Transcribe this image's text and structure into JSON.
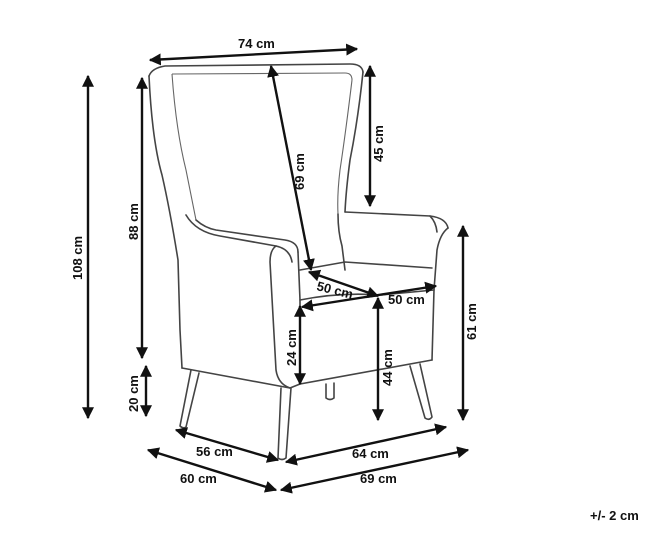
{
  "tolerance": "+/- 2 cm",
  "dimensions": {
    "overall_width": "74 cm",
    "overall_height": "108 cm",
    "back_height": "88 cm",
    "leg_height": "20 cm",
    "backrest_diagonal": "69 cm",
    "wing_height": "45 cm",
    "seat_depth": "50 cm",
    "seat_width": "50 cm",
    "seat_cushion_height": "24 cm",
    "seat_height": "44 cm",
    "arm_height": "61 cm",
    "leg_depth": "56 cm",
    "leg_width": "64 cm",
    "overall_depth": "60 cm",
    "overall_width_bottom": "69 cm"
  }
}
